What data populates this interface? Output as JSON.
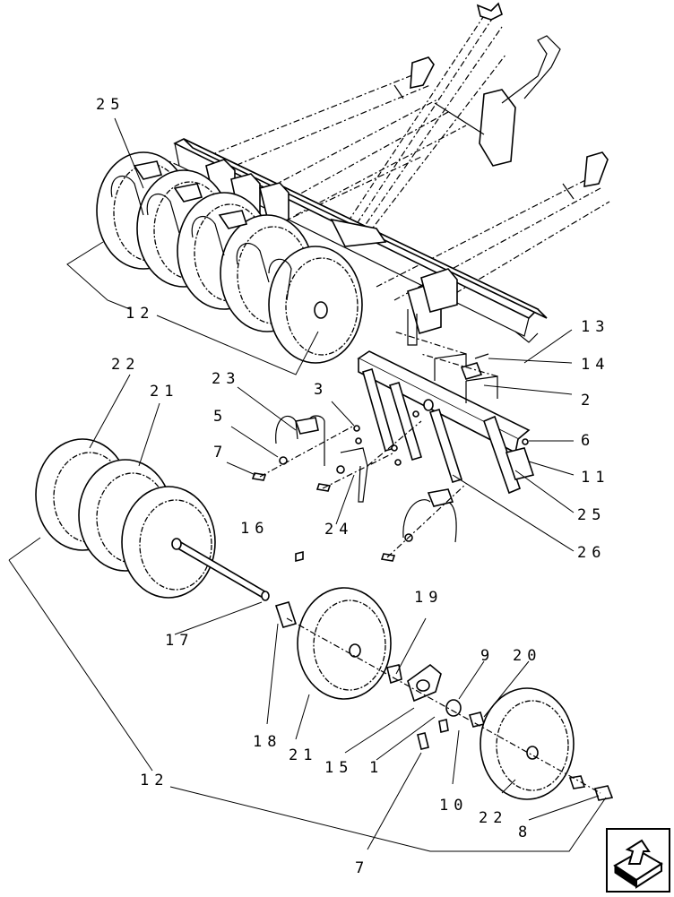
{
  "diagram": {
    "callouts": {
      "c25a": "25",
      "c12a": "12",
      "c13": "13",
      "c14": "14",
      "c2": "2",
      "c22a": "22",
      "c21a": "21",
      "c23": "23",
      "c3": "3",
      "c5": "5",
      "c6": "6",
      "c7a": "7",
      "c11": "11",
      "c25b": "25",
      "c24": "24",
      "c16": "16",
      "c26": "26",
      "c17": "17",
      "c19": "19",
      "c9": "9",
      "c20": "20",
      "c18": "18",
      "c21b": "21",
      "c15": "15",
      "c1": "1",
      "c10": "10",
      "c22b": "22",
      "c12b": "12",
      "c8": "8",
      "c7b": "7"
    }
  },
  "nav": {
    "icon": "next-page-arrow-icon"
  }
}
